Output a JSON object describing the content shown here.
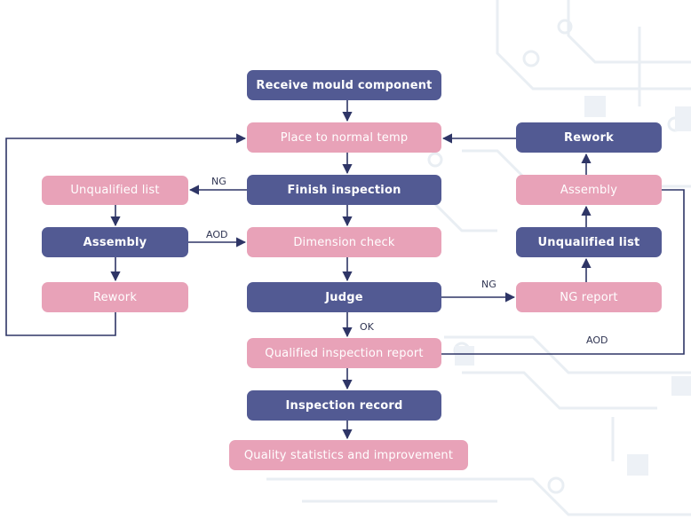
{
  "colors": {
    "dark_node": "#525a93",
    "pink_node": "#e8a2b8",
    "connector": "#2e3566",
    "circuit_bg": "#e9eef3"
  },
  "nodes": {
    "receive": "Receive mould component",
    "place": "Place to normal temp",
    "finish": "Finish inspection",
    "dimension": "Dimension check",
    "judge": "Judge",
    "qualified": "Qualified inspection report",
    "record": "Inspection record",
    "quality": "Quality statistics and improvement",
    "left_unqualified": "Unqualified list",
    "left_assembly": "Assembly",
    "left_rework": "Rework",
    "right_rework": "Rework",
    "right_assembly": "Assembly",
    "right_unqualified": "Unqualified list",
    "right_ng_report": "NG report"
  },
  "edge_labels": {
    "finish_ng": "NG",
    "assembly_aod": "AOD",
    "judge_ng": "NG",
    "judge_ok": "OK",
    "right_aod": "AOD"
  }
}
